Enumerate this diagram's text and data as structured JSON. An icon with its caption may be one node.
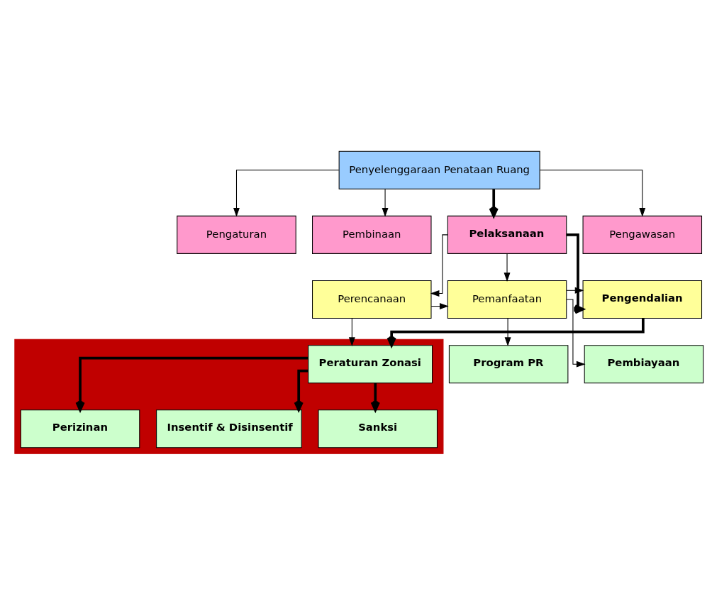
{
  "diagram": {
    "nodes": [
      {
        "text": [
          "Penyelenggaraan Penataan Ruang"
        ]
      },
      {
        "text": [
          "Pengaturan"
        ]
      },
      {
        "text": [
          "Pembinaan"
        ]
      },
      {
        "text": [
          "Pelaksanaan"
        ]
      },
      {
        "text": [
          "Pengawasan"
        ]
      },
      {
        "text": [
          "Perencanaan"
        ]
      },
      {
        "text": [
          "Pemanfaatan"
        ]
      },
      {
        "text": [
          "Pengendalian"
        ]
      },
      {
        "text": [
          "Program PR"
        ]
      },
      {
        "text": [
          "Pembiayaan"
        ]
      },
      {
        "text": [],
        "shape": "box"
      },
      {
        "text": [
          "Peraturan Zonasi"
        ],
        "in": 10
      },
      {
        "text": [
          "Perizinan"
        ],
        "in": 10
      },
      {
        "text": [
          "Insentif & Disinsentif"
        ],
        "in": 10
      },
      {
        "text": [
          "Sanksi"
        ],
        "in": 10
      }
    ],
    "edges": [
      {
        "from": 0,
        "to": 1,
        "arrow": "to"
      },
      {
        "from": 0,
        "to": 2,
        "arrow": "to"
      },
      {
        "from": 0,
        "to": 3,
        "arrow": "to",
        "style": "thick"
      },
      {
        "from": 0,
        "to": 4,
        "arrow": "to"
      },
      {
        "from": 3,
        "to": 5,
        "arrow": "to"
      },
      {
        "from": 3,
        "to": 6,
        "arrow": "to"
      },
      {
        "from": 3,
        "to": 7,
        "arrow": "to",
        "style": "thick"
      },
      {
        "from": 5,
        "to": 6,
        "arrow": "to"
      },
      {
        "from": 6,
        "to": 7,
        "arrow": "to"
      },
      {
        "from": 5,
        "to": 11,
        "arrow": "to"
      },
      {
        "from": 7,
        "to": 11,
        "arrow": "to",
        "style": "thick"
      },
      {
        "from": 6,
        "to": 8,
        "arrow": "to"
      },
      {
        "from": 6,
        "to": 9,
        "arrow": "to"
      },
      {
        "from": 11,
        "to": 12,
        "arrow": "to",
        "style": "thick"
      },
      {
        "from": 11,
        "to": 13,
        "arrow": "to",
        "style": "thick"
      },
      {
        "from": 11,
        "to": 14,
        "arrow": "to",
        "style": "thick"
      }
    ]
  }
}
